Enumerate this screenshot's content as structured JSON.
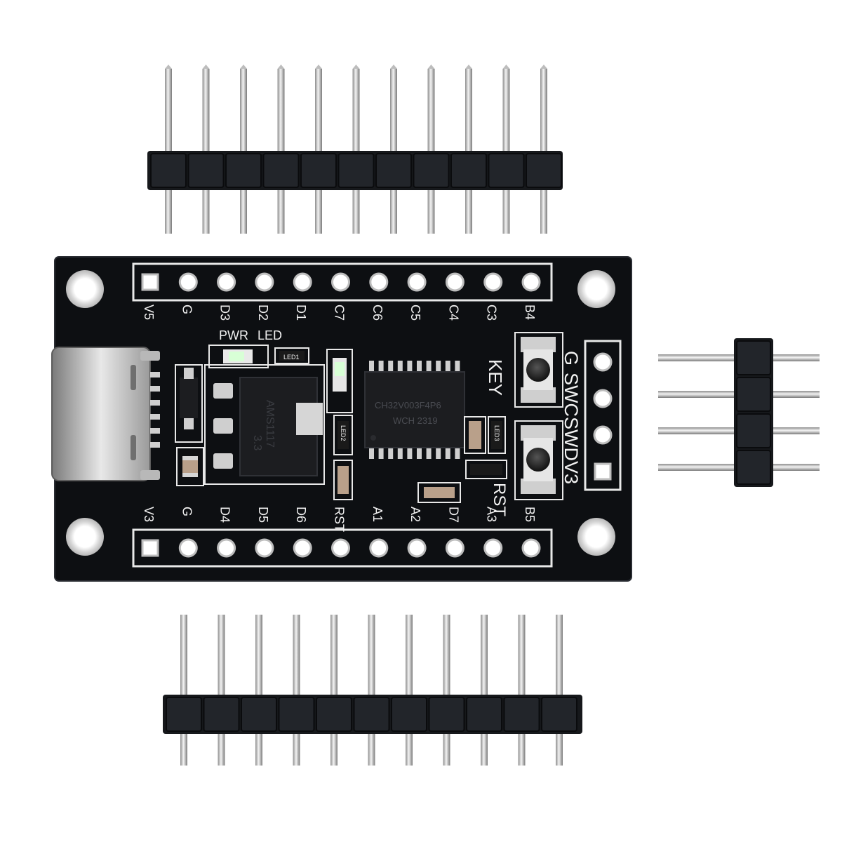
{
  "colors": {
    "background": "#ffffff",
    "pcb": "#0d0f12",
    "silkscreen": "#f2f2f2",
    "pin_metal": "#c9c9c9",
    "header_plastic": "#16181b",
    "chip": "#1c1d20",
    "led": "#d8ffd6"
  },
  "board": {
    "top_pins": [
      "V5",
      "G",
      "D3",
      "D2",
      "D1",
      "C7",
      "C6",
      "C5",
      "C4",
      "C3",
      "B4"
    ],
    "bottom_pins": [
      "V3",
      "G",
      "D4",
      "D5",
      "D6",
      "RST",
      "A1",
      "A2",
      "D7",
      "A3",
      "B5"
    ],
    "right_pins": [
      "G",
      "SWC",
      "SWD",
      "V3"
    ],
    "pwr_label": "PWR",
    "led_label": "LED",
    "key_label": "KEY",
    "rst_label": "RST",
    "led_ref_1": "LED1",
    "led_ref_2": "LED2",
    "led_ref_3": "LED3",
    "chip_text_1": "CH32V003F4P6",
    "chip_text_2": "WCH 2319",
    "ldo_text_1": "AMS1117",
    "ldo_text_2": "3.3"
  },
  "headers": {
    "top_straight_pins": 11,
    "bottom_straight_pins": 11,
    "right_angled_pins": 4
  }
}
